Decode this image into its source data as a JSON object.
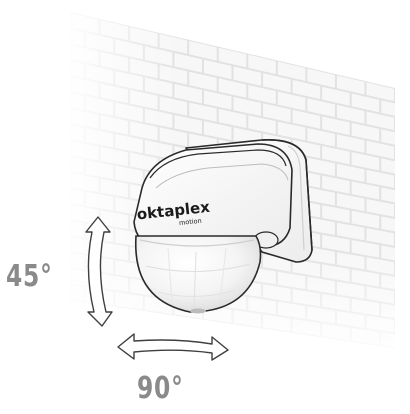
{
  "brand": {
    "name": "oktaplex",
    "subline": "motion"
  },
  "angles": {
    "vertical": "45°",
    "horizontal": "90°"
  },
  "colors": {
    "wall_brick_fill": "#f7f7f7",
    "wall_mortar": "#e3e3e3",
    "sensor_body": "#ffffff",
    "sensor_outline": "#2a2a2a",
    "arrow_stroke": "#444444",
    "label_gray": "#8a8a8a"
  }
}
